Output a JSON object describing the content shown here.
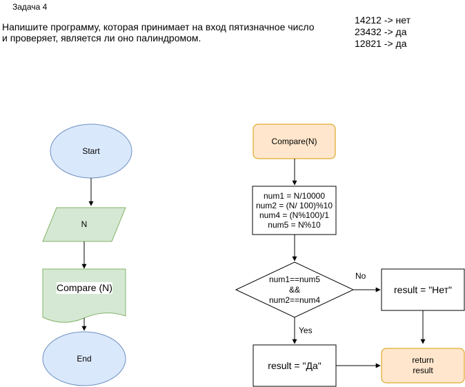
{
  "task": {
    "title": "Задача 4",
    "description_line1": "Напишите программу, которая принимает на вход пятизначное число",
    "description_line2": "и проверяет, является ли оно палиндромом.",
    "examples": [
      "14212 -> нет",
      "23432 -> да",
      "12821 -> да"
    ]
  },
  "main_flow": {
    "start": "Start",
    "input": "N",
    "call": "Compare (N)",
    "end": "End"
  },
  "function_flow": {
    "header": "Compare(N)",
    "assignments": "num1 = N/10000\nnum2 = (N/ 100)%10\nnum4 = (N%100)/1\nnum5 = N%10",
    "condition": "num1==num5\n&&\nnum2==num4",
    "edge_no": "No",
    "edge_yes": "Yes",
    "result_no": "result = \"Нет\"",
    "result_yes": "result = \"Да\"",
    "return": "return\nresult"
  },
  "colors": {
    "blue_fill": "#dae8fc",
    "blue_stroke": "#6c8ebf",
    "green_fill": "#d5e8d4",
    "green_stroke": "#82b366",
    "orange_fill": "#ffe6cc",
    "orange_stroke": "#d79b00"
  }
}
